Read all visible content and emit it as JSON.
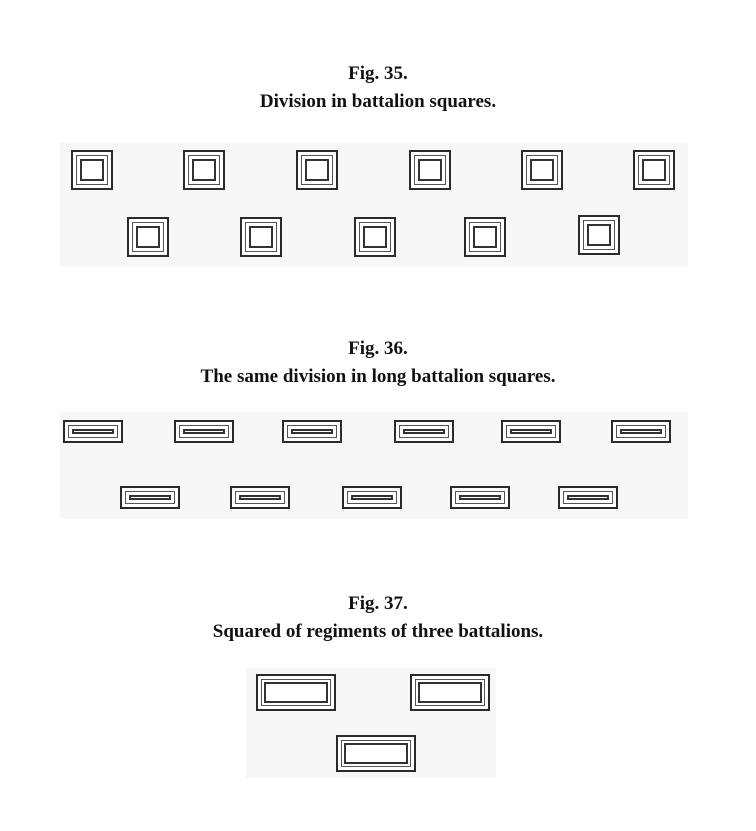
{
  "fig35": {
    "number": "Fig. 35.",
    "title": "Division in battalion squares."
  },
  "fig36": {
    "number": "Fig. 36.",
    "title": "The same division in long battalion squares."
  },
  "fig37": {
    "number": "Fig. 37.",
    "title": "Squared of regiments of three battalions."
  }
}
